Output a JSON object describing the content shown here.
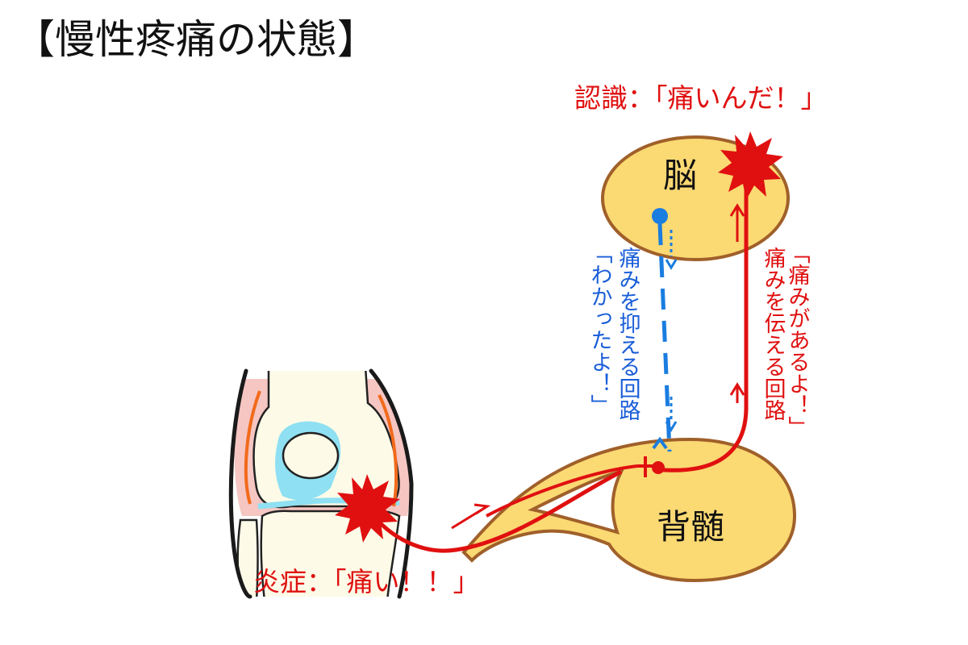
{
  "title": "【慢性疼痛の状態】",
  "labels": {
    "recognition": "認識：「痛いんだ！」",
    "brain": "脳",
    "spinal_cord": "背髄",
    "inflammation": "炎症：「痛い！！」"
  },
  "vertical_notes": {
    "pain_signal_quote": "「痛みがあるよ！」",
    "pain_signal_path": "痛みを伝える回路",
    "inhibit_path": "痛みを抑える回路",
    "inhibit_quote": "「わかったよ！」"
  },
  "colors": {
    "pain_red": "#e01010",
    "inhibit_blue": "#1a7de0",
    "organ_fill": "#fbd973",
    "organ_outline": "#a0602a",
    "cartilage_blue": "#8fe0f2",
    "inflamed_pink": "#f5c6c2"
  },
  "icons": [
    "pain-burst-icon",
    "knee-joint-icon",
    "signal-arrow-icon"
  ]
}
